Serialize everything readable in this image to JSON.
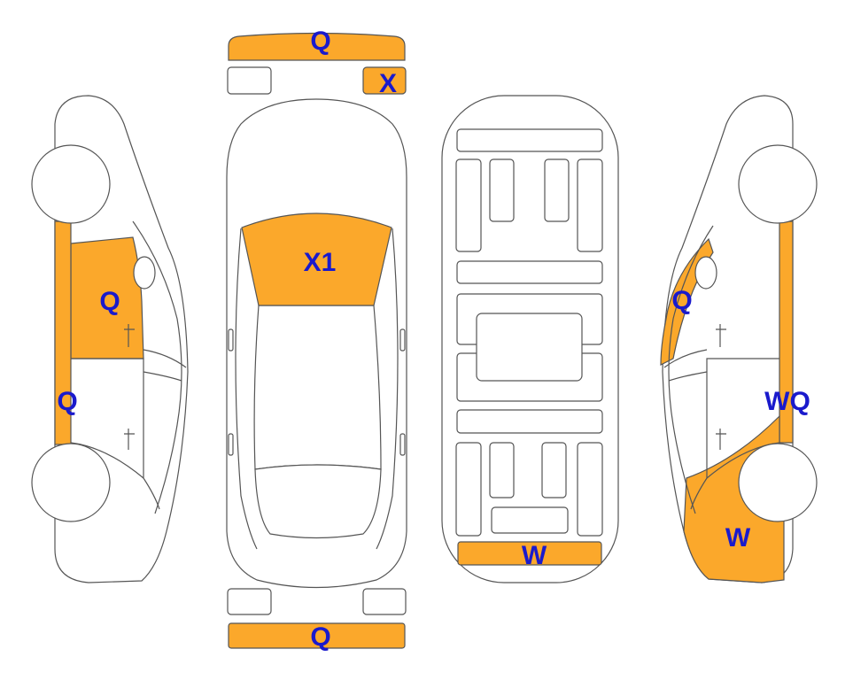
{
  "colors": {
    "damage_fill": "#FBA82B",
    "label_color": "#1A1ACC",
    "line_color": "#555555"
  },
  "marks": {
    "front_bumper": "Q",
    "front_plate": "X",
    "windshield": "X1",
    "left_front_door": "Q",
    "left_sill": "Q",
    "right_front_door": "Q",
    "right_sill": "WQ",
    "right_rear_quarter": "W",
    "interior_rear": "W",
    "rear_bumper": "Q"
  }
}
